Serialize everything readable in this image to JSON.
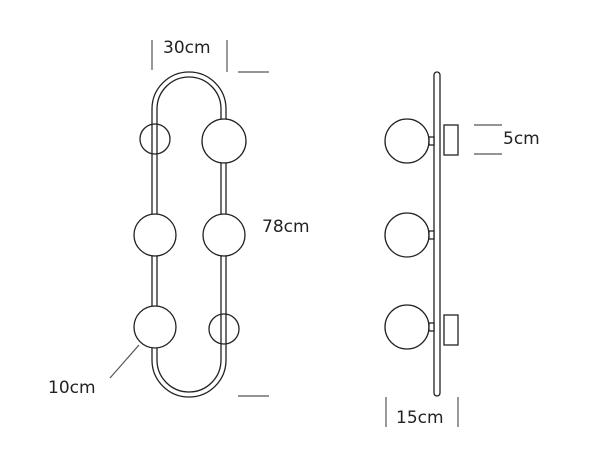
{
  "front_view": {
    "width_label": "30cm",
    "height_label": "78cm",
    "globe_label": "10cm"
  },
  "side_view": {
    "base_label": "5cm",
    "depth_label": "15cm"
  },
  "colors": {
    "line": "#222222",
    "dim": "#555555"
  }
}
